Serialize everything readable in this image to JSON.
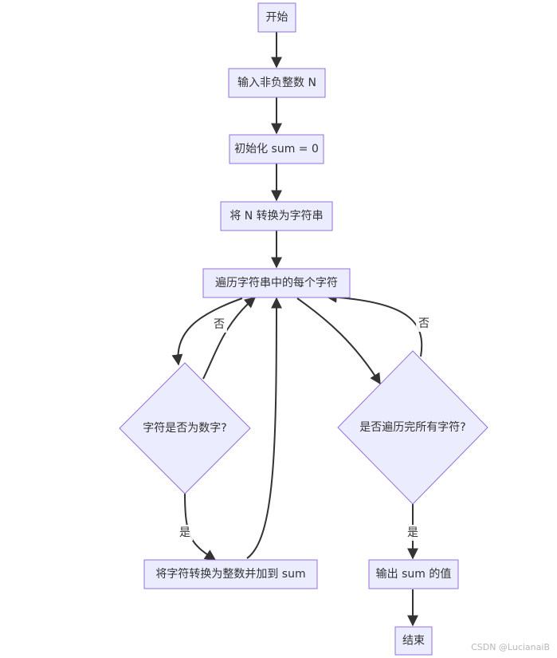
{
  "nodes": {
    "start": "开始",
    "input": "输入非负整数 N",
    "init": "初始化 sum = 0",
    "convert": "将 N 转换为字符串",
    "iterate": "遍历字符串中的每个字符",
    "is_digit": "字符是否为数字?",
    "add": "将字符转换为整数并加到 sum",
    "all_done": "是否遍历完所有字符?",
    "output": "输出 sum 的值",
    "end": "结束"
  },
  "edge_labels": {
    "digit_no": "否",
    "digit_yes": "是",
    "done_no": "否",
    "done_yes": "是"
  },
  "colors": {
    "node_fill": "#ECECFF",
    "node_stroke": "#9370DB",
    "edge": "#333333",
    "text": "#333333"
  },
  "watermark": "CSDN @LucianaiB"
}
